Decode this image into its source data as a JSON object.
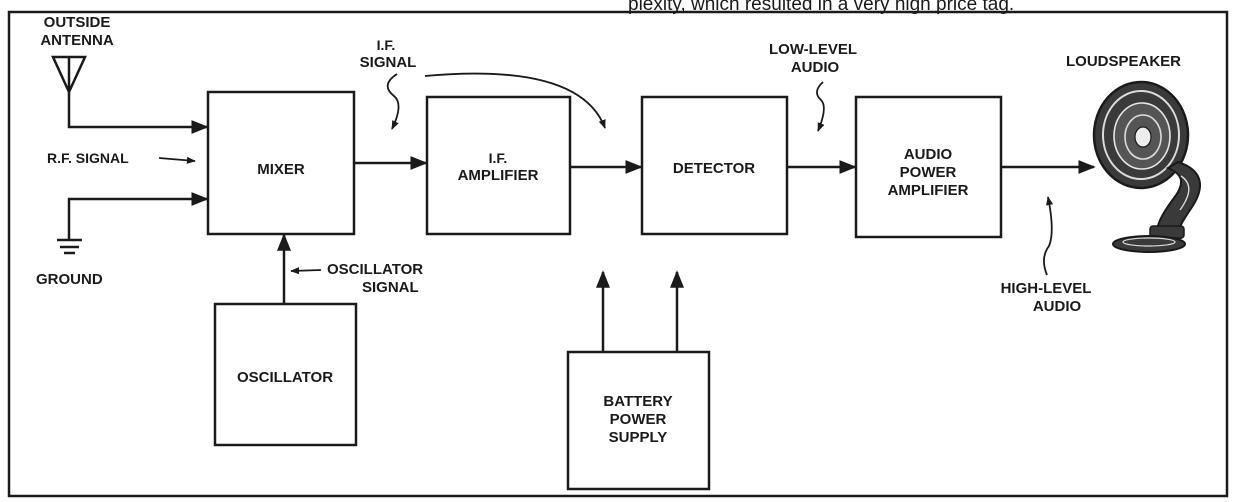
{
  "caption": "plexity, which resulted in a very high price tag.",
  "blocks": {
    "mixer": "MIXER",
    "if_amplifier": [
      "I.F.",
      "AMPLIFIER"
    ],
    "detector": "DETECTOR",
    "audio_amplifier": [
      "AUDIO",
      "POWER",
      "AMPLIFIER"
    ],
    "oscillator": "OSCILLATOR",
    "battery": [
      "BATTERY",
      "POWER",
      "SUPPLY"
    ]
  },
  "labels": {
    "antenna": [
      "OUTSIDE",
      "ANTENNA"
    ],
    "rf_signal": "R.F. SIGNAL",
    "ground": "GROUND",
    "osc_signal": [
      "OSCILLATOR",
      "SIGNAL"
    ],
    "if_signal": [
      "I.F.",
      "SIGNAL"
    ],
    "low_audio": [
      "LOW-LEVEL",
      "AUDIO"
    ],
    "high_audio": [
      "HIGH-LEVEL",
      "AUDIO"
    ],
    "loudspeaker": "LOUDSPEAKER"
  },
  "colors": {
    "ink": "#1a1a1a",
    "paper": "#ffffff"
  }
}
